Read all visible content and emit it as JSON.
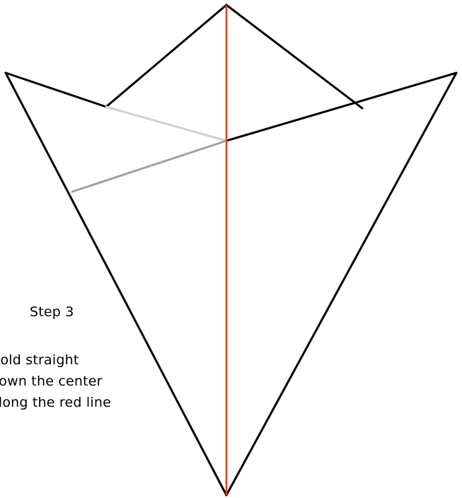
{
  "instructions": {
    "step_title": "Step 3",
    "lines": [
      "Fold straight",
      "down the center",
      "along the red line"
    ]
  },
  "colors": {
    "outline": "#000000",
    "fold_line": "#e8401a",
    "crease_light": "#d0d0d0",
    "crease_mid": "#a0a0a0",
    "background": "#ffffff"
  }
}
